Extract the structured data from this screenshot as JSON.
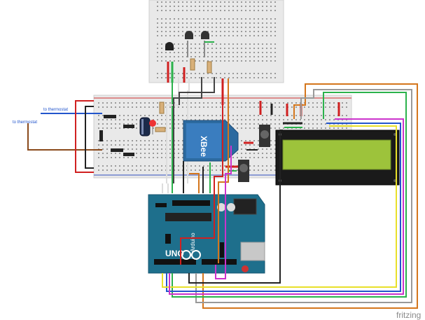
{
  "labels": {
    "thermostat_upper": "to thermostat",
    "thermostat_lower": "to thermostat",
    "xbee_logo": "XBee",
    "arduino_brand": "UNO",
    "arduino_sub": "Arduino",
    "watermark": "fritzing"
  },
  "colors": {
    "breadboard": "#e9e9e9",
    "pcb": "#1e6f8c",
    "lcd_screen": "#9dc33b",
    "lcd_board": "#1a1a1a",
    "xbee": "#2c6aa0",
    "wire_red": "#d02020",
    "wire_black": "#222222",
    "wire_green": "#2bb24c",
    "wire_orange": "#d4761c",
    "wire_yellow": "#e8e02a",
    "wire_blue": "#2255cc",
    "wire_magenta": "#cc33cc",
    "wire_brown": "#8a4a1c",
    "wire_white": "#cccccc"
  }
}
